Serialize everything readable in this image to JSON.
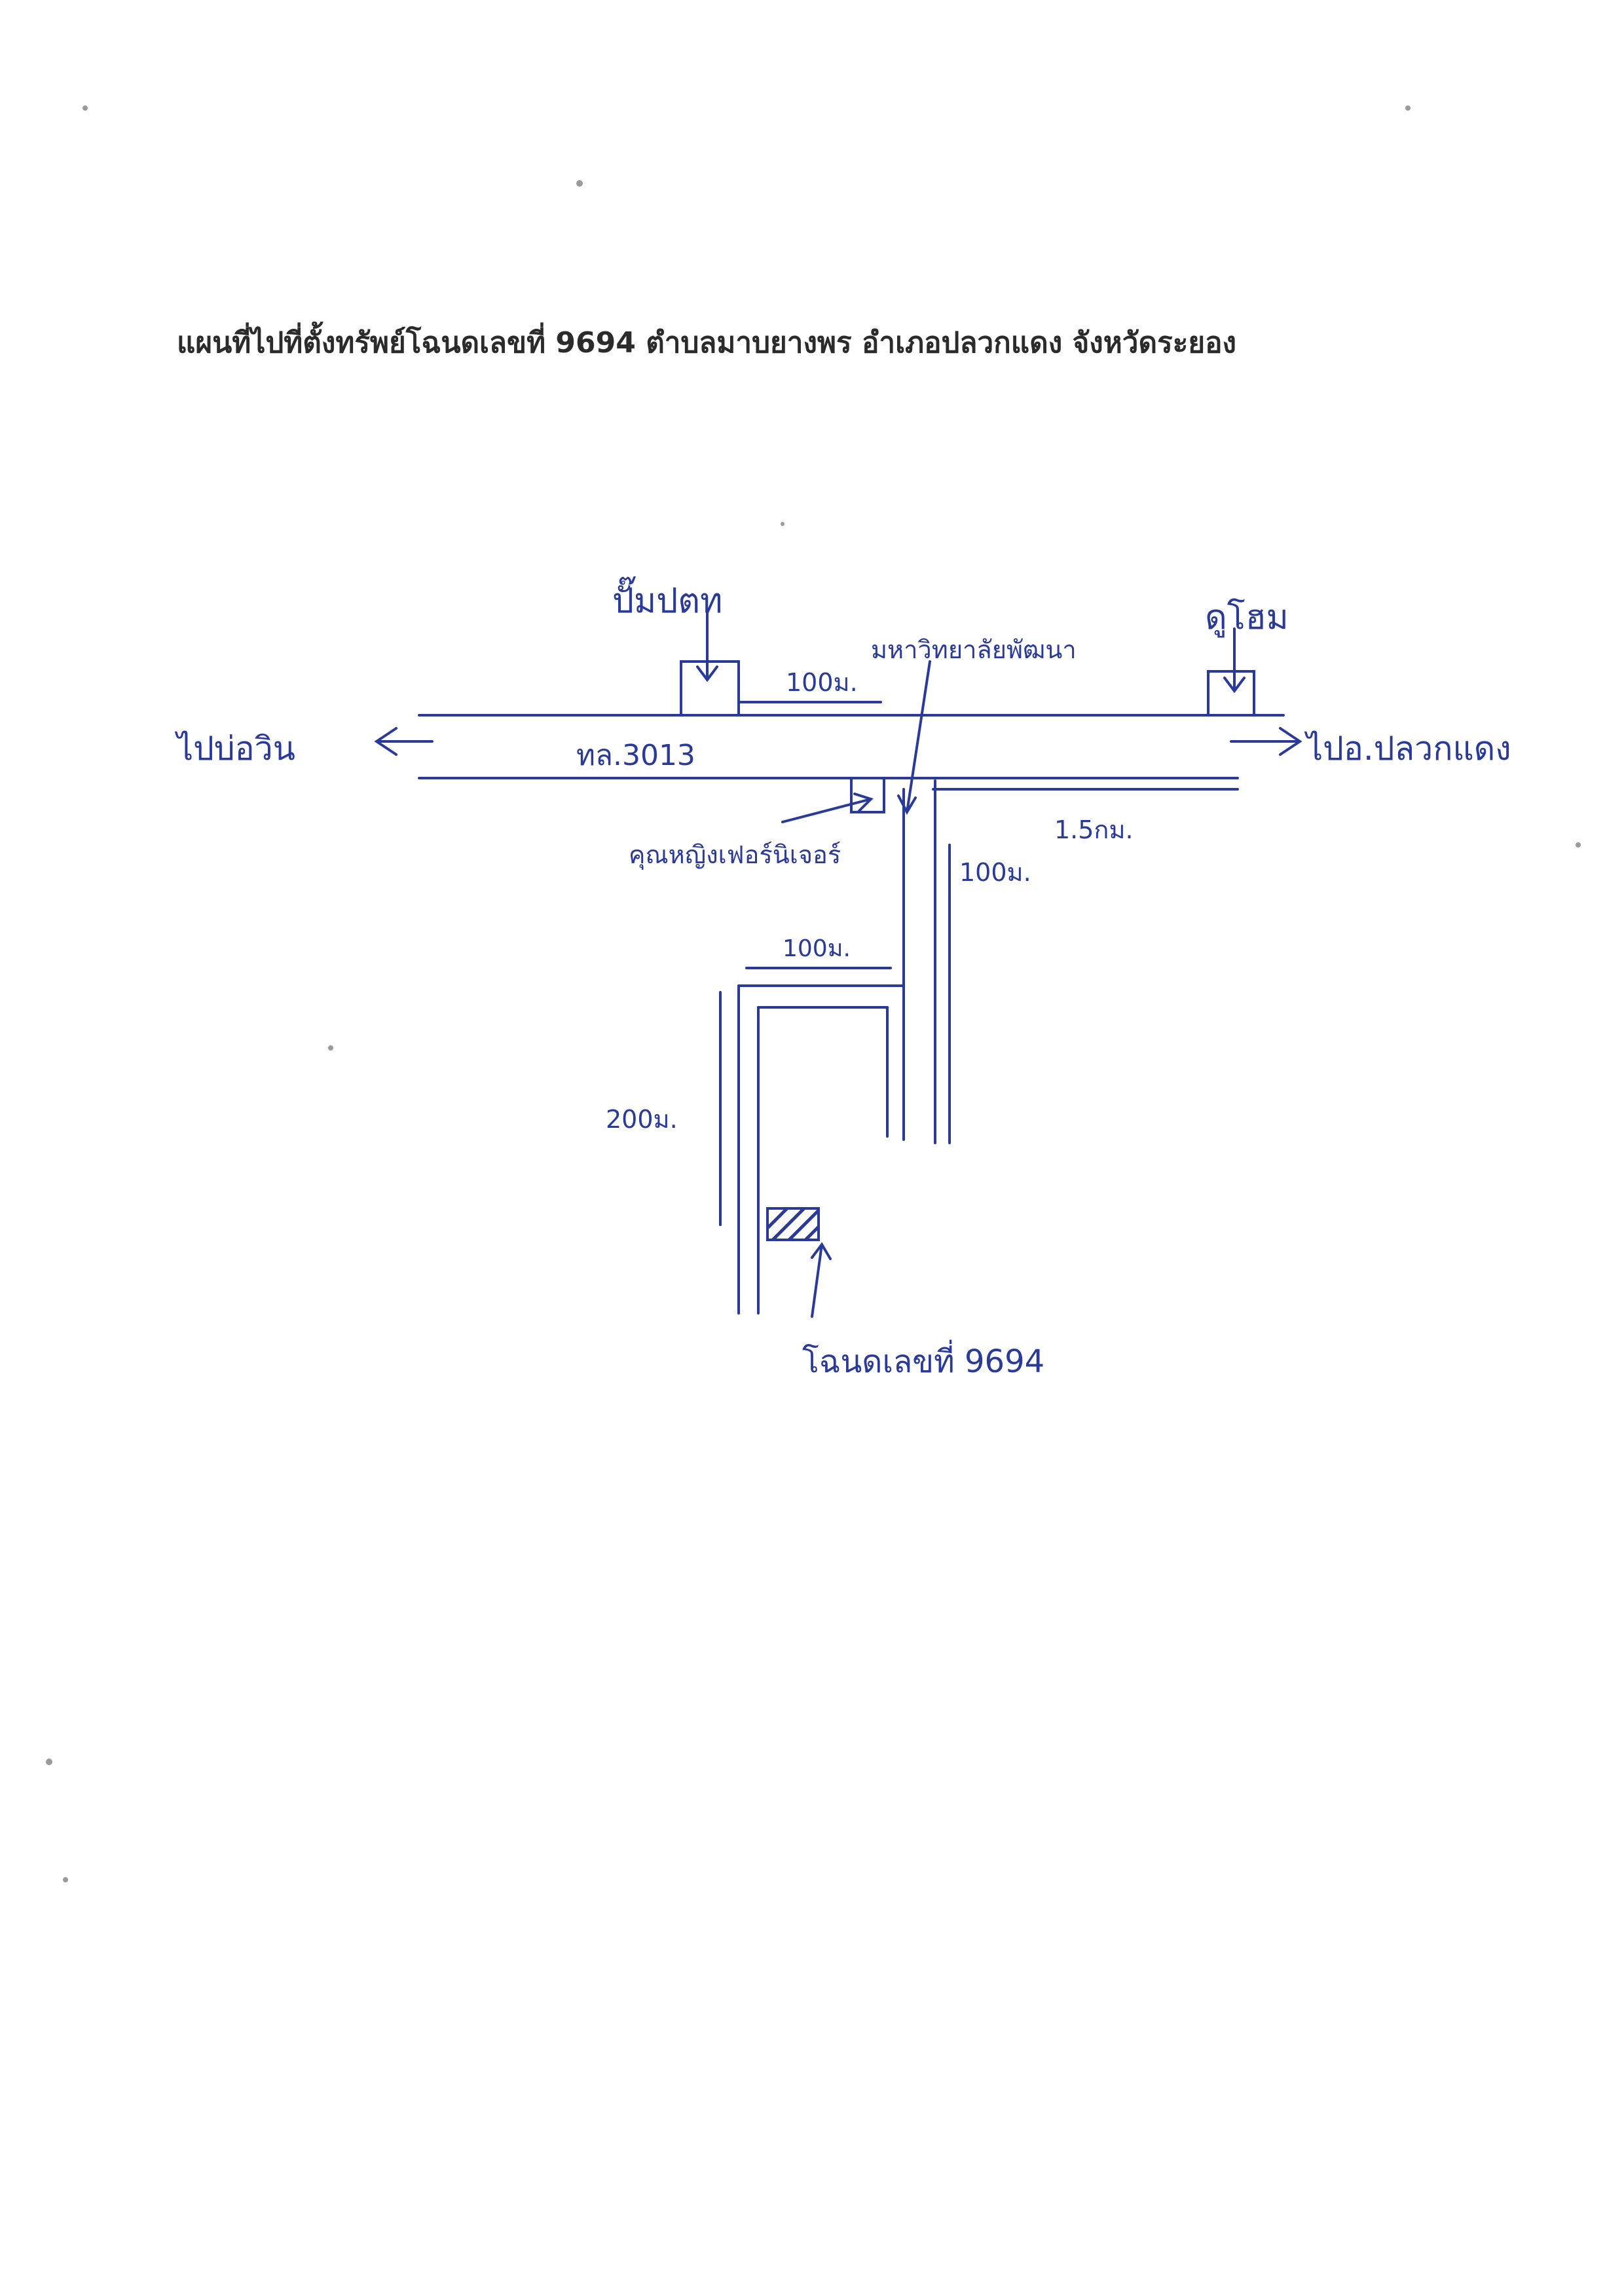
{
  "title": "แผนที่ไปที่ตั้งทรัพย์โฉนดเลขที่ 9694 ตำบลมาบยางพร อำเภอปลวกแดง จังหวัดระยอง",
  "colors": {
    "ink": "#2a3a9a",
    "print": "#2b2b2b",
    "paper": "#ffffff"
  },
  "labels": {
    "left_destination": "ไปบ่อวิน",
    "right_destination": "ไปอ.ปลวกแดง",
    "road": "ทล.3013",
    "landmark_ptt": "ปั๊มปตท",
    "landmark_dohome": "ดูโฮม",
    "landmark_school": "มหาวิทยาลัยพัฒนา",
    "landmark_furniture": "คุณหญิงเฟอร์นิเจอร์",
    "dist_top": "100ม.",
    "dist_right": "1.5กม.",
    "dist_mid": "100ม.",
    "dist_branch": "100ม.",
    "dist_long": "200ม.",
    "deed": "โฉนดเลขที่ 9694"
  }
}
